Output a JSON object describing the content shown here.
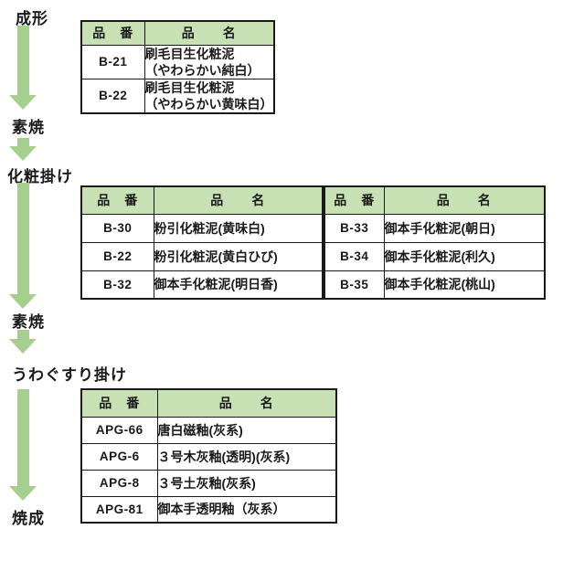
{
  "colors": {
    "header_bg": "#c8e1b4",
    "arrow_green": "#a4cf8e",
    "border": "#1a1a1a",
    "text": "#1a1a1a"
  },
  "flow": {
    "steps": [
      "成形",
      "素焼",
      "化粧掛け",
      "素焼",
      "うわぐすり掛け",
      "焼成"
    ]
  },
  "col_headers": {
    "code": "品　番",
    "name": "品　　名"
  },
  "tables": {
    "forming_slip": {
      "rows": [
        {
          "code": "B-21",
          "name": "刷毛目生化粧泥\n（やわらかい純白）"
        },
        {
          "code": "B-22",
          "name": "刷毛目生化粧泥\n（やわらかい黄味白）"
        }
      ]
    },
    "kesho_left": {
      "rows": [
        {
          "code": "B-30",
          "name": "粉引化粧泥(黄味白)"
        },
        {
          "code": "B-22",
          "name": "粉引化粧泥(黄白ひび)"
        },
        {
          "code": "B-32",
          "name": "御本手化粧泥(明日香)"
        }
      ]
    },
    "kesho_right": {
      "rows": [
        {
          "code": "B-33",
          "name": "御本手化粧泥(朝日)"
        },
        {
          "code": "B-34",
          "name": "御本手化粧泥(利久)"
        },
        {
          "code": "B-35",
          "name": "御本手化粧泥(桃山)"
        }
      ]
    },
    "glaze": {
      "rows": [
        {
          "code": "APG-66",
          "name": "唐白磁釉(灰系)"
        },
        {
          "code": "APG-6",
          "name": "３号木灰釉(透明)(灰系)"
        },
        {
          "code": "APG-8",
          "name": "３号土灰釉(灰系)"
        },
        {
          "code": "APG-81",
          "name": "御本手透明釉（灰系）"
        }
      ]
    }
  }
}
